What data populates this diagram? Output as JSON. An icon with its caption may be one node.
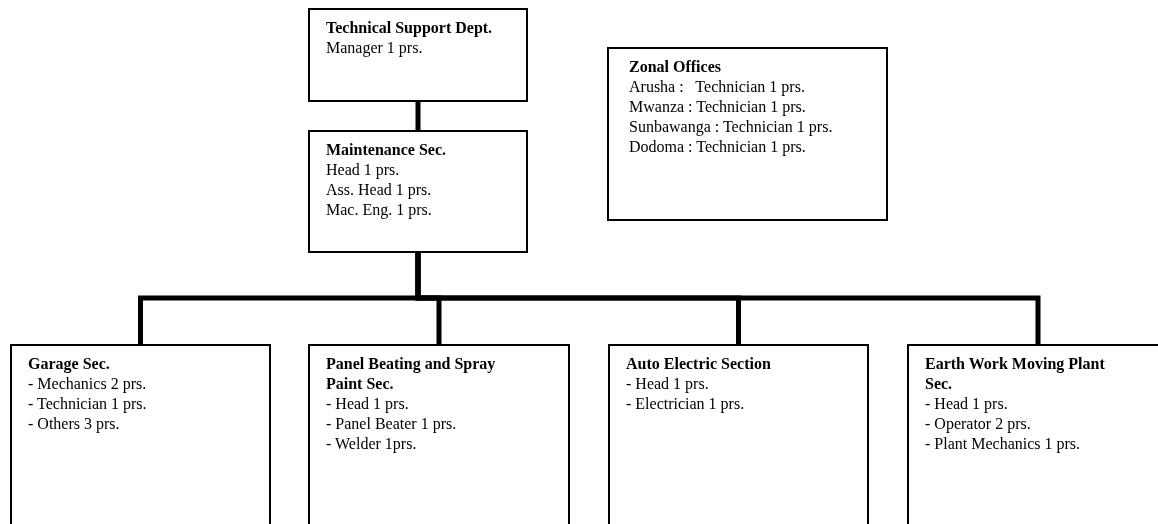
{
  "diagram": {
    "nodes": [
      {
        "text": [
          "Technical Support Dept.",
          "Manager 1 prs."
        ]
      },
      {
        "text": [
          "Maintenance Sec.",
          "Head 1 prs.",
          "Ass. Head 1 prs.",
          "Mac. Eng. 1 prs."
        ]
      },
      {
        "text": [
          "Zonal Offices",
          "Arusha :   Technician 1 prs.",
          "Mwanza : Technician 1 prs.",
          "Sunbawanga : Technician 1 prs.",
          "Dodoma : Technician 1 prs."
        ]
      },
      {
        "text": [
          "Garage Sec.",
          "- Mechanics 2 prs.",
          "- Technician 1 prs.",
          "- Others 3 prs."
        ]
      },
      {
        "text": [
          "Panel Beating and Spray Paint Sec.",
          "- Head 1 prs.",
          "- Panel Beater 1 prs.",
          "- Welder 1prs."
        ]
      },
      {
        "text": [
          "Auto Electric Section",
          "- Head 1 prs.",
          "- Electrician 1 prs."
        ]
      },
      {
        "text": [
          "Earth Work Moving Plant Sec.",
          "- Head 1 prs.",
          "- Operator 2 prs.",
          "- Plant Mechanics 1 prs."
        ]
      }
    ],
    "edges": [
      {
        "from": 0,
        "to": 1,
        "arrow": "none"
      },
      {
        "from": 1,
        "to": 3,
        "arrow": "none"
      },
      {
        "from": 1,
        "to": 4,
        "arrow": "none"
      },
      {
        "from": 1,
        "to": 5,
        "arrow": "none"
      },
      {
        "from": 1,
        "to": 6,
        "arrow": "none"
      }
    ]
  }
}
